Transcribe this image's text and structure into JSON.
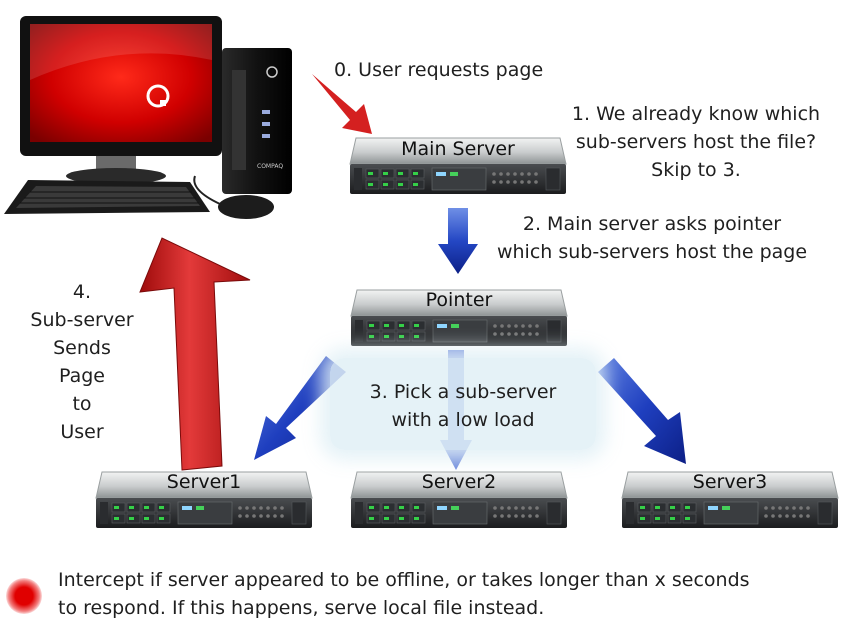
{
  "steps": {
    "step0": "0. User requests page",
    "step1_line1": "1. We already know which",
    "step1_line2": "sub-servers host the file?",
    "step1_line3": "Skip to 3.",
    "step2_line1": "2. Main server asks pointer",
    "step2_line2": "which sub-servers host the page",
    "step3_line1": "3. Pick a sub-server",
    "step3_line2": "with a low load",
    "step4_lines": [
      "4.",
      "Sub-server",
      "Sends",
      "Page",
      "to",
      "User"
    ]
  },
  "servers": {
    "main": "Main Server",
    "pointer": "Pointer",
    "server1": "Server1",
    "server2": "Server2",
    "server3": "Server3"
  },
  "computer": {
    "brand_logo": "COMPAQ"
  },
  "legend": {
    "line1": "Intercept if server appeared to be offline, or takes longer than x seconds",
    "line2": "to respond. If this happens, serve local file instead."
  },
  "colors": {
    "request_arrow": "#d42020",
    "flow_arrow": "#1e3fb8",
    "return_arrow": "#c81818",
    "screen": "#d40000",
    "offline_dot": "#e00000"
  }
}
